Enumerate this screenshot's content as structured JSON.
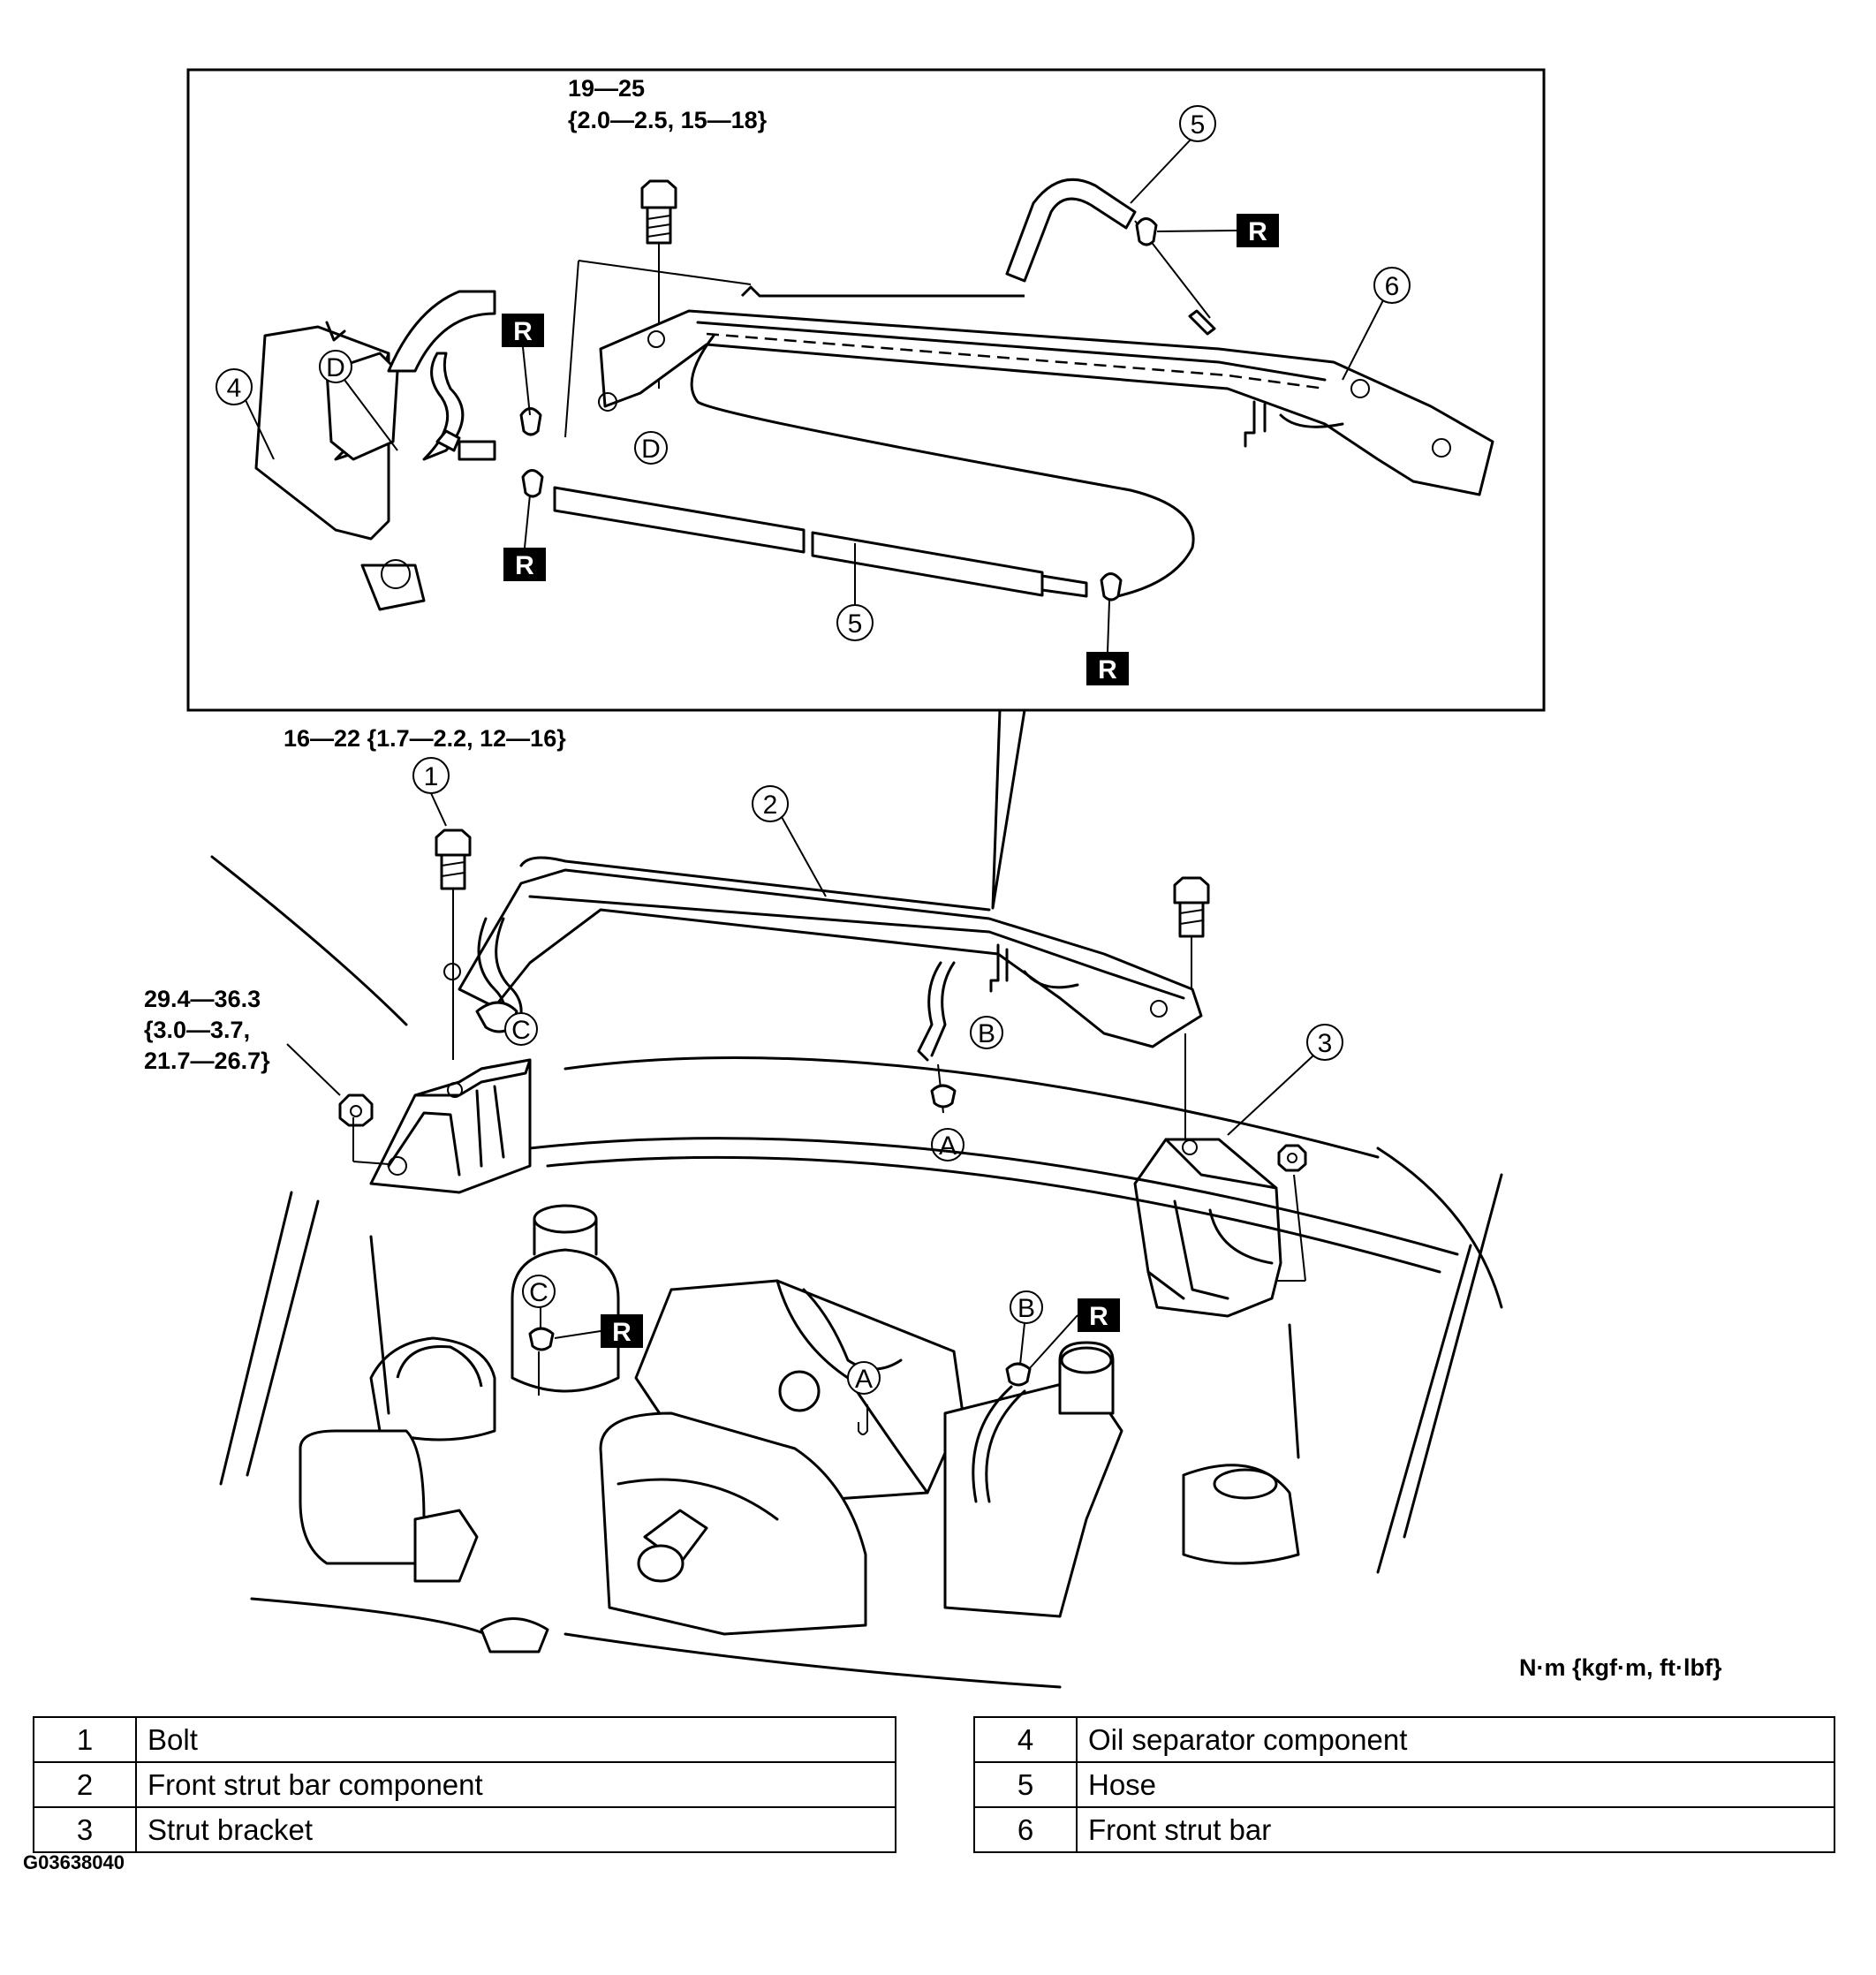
{
  "torque_specs": {
    "inset_bolt": {
      "line1": "19—25",
      "line2": "{2.0—2.5, 15—18}"
    },
    "bolt_1": "16—22 {1.7—2.2, 12—16}",
    "nut": {
      "line1": "29.4—36.3",
      "line2": "{3.0—3.7,",
      "line3": "21.7—26.7}"
    }
  },
  "callouts": {
    "c1": "1",
    "c2": "2",
    "c3": "3",
    "c4": "4",
    "c5_upper": "5",
    "c5_lower": "5",
    "c6": "6"
  },
  "letters": {
    "D_top": "D",
    "D_bottom": "D",
    "C_bar": "C",
    "B_bar": "B",
    "A_bar": "A",
    "C_engine": "C",
    "B_engine": "B",
    "A_engine": "A"
  },
  "replace_badge": "R",
  "unit_label": "N·m {kgf·m, ft·lbf}",
  "legend": {
    "left": [
      {
        "num": "1",
        "name": "Bolt"
      },
      {
        "num": "2",
        "name": "Front strut bar component"
      },
      {
        "num": "3",
        "name": "Strut bracket"
      }
    ],
    "right": [
      {
        "num": "4",
        "name": "Oil separator component"
      },
      {
        "num": "5",
        "name": "Hose"
      },
      {
        "num": "6",
        "name": "Front strut bar"
      }
    ]
  },
  "figure_id": "G03638040"
}
